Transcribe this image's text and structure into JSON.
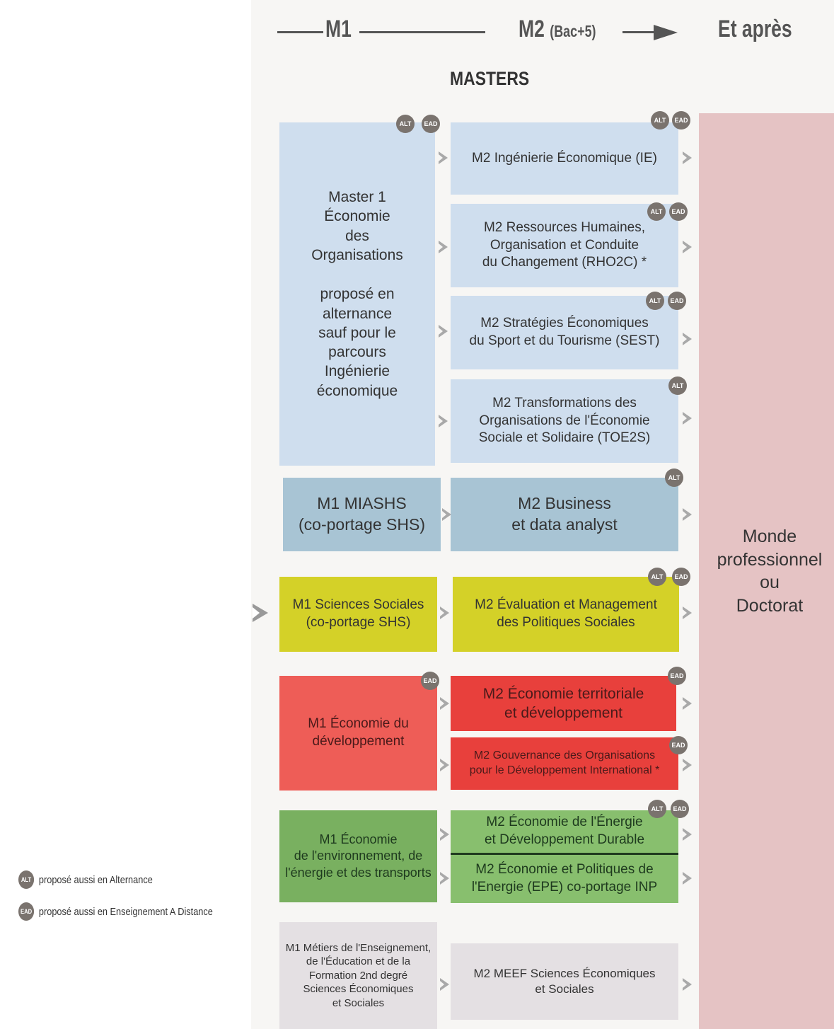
{
  "header": {
    "m1": "M1",
    "m2": "M2",
    "m2_sub": "(Bac+5)",
    "after": "Et après"
  },
  "section_title": "MASTERS",
  "badges": {
    "alt": "ALT",
    "ead": "EAD"
  },
  "m1": {
    "eco_org": {
      "title": "Master 1\nÉconomie\ndes\nOrganisations",
      "note": "proposé en\nalternance\nsauf pour le\nparcours\nIngénierie\néconomique"
    },
    "miashs": "M1 MIASHS\n(co-portage SHS)",
    "socio": "M1 Sciences Sociales\n(co-portage SHS)",
    "dev": "M1 Économie du\ndéveloppement",
    "env": "M1 Économie\nde l'environnement, de\nl'énergie et des transports",
    "meef": "M1 Métiers de l'Enseignement,\nde l'Éducation et de la\nFormation 2nd degré\nSciences Économiques\net Sociales"
  },
  "m2": {
    "ie": "M2 Ingénierie Économique (IE)",
    "rho2c": "M2 Ressources Humaines,\nOrganisation et Conduite\ndu Changement (RHO2C) *",
    "sest": "M2 Stratégies  Économiques\ndu Sport et du Tourisme (SEST)",
    "toe2s": "M2 Transformations des\nOrganisations de l'Économie\nSociale et Solidaire (TOE2S)",
    "business": "M2 Business\net data analyst",
    "eval": "M2 Évaluation et Management\ndes Politiques Sociales",
    "territ": "M2 Économie territoriale\net développement",
    "gouv": "M2  Gouvernance des Organisations\npour le Développement International *",
    "energie": "M2 Économie de l'Énergie\net Développement Durable",
    "epe": "M2 Économie et Politiques de\nl'Energie (EPE) co-portage INP",
    "meef": "M2 MEEF Sciences Économiques\net Sociales"
  },
  "after_box": "Monde\nprofessionnel\nou\nDoctorat",
  "legend": {
    "alt": "proposé aussi en Alternance",
    "ead": "proposé aussi en Enseignement A Distance"
  },
  "colors": {
    "light_blue": "#cfdeee",
    "steel_blue": "#a8c4d4",
    "yellow": "#d4d128",
    "red": "#ee5d57",
    "green": "#79b060",
    "grey": "#e4e0e3",
    "pink": "#e5c3c4"
  }
}
